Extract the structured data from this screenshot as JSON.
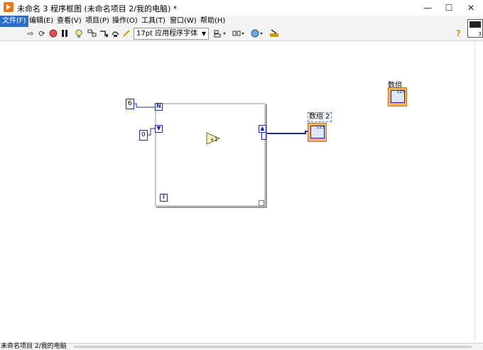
{
  "window": {
    "title": "未命名 3 程序框图 (未命名项目 2/我的电脑)  *",
    "minimize": "—",
    "maximize": "☐",
    "close": "✕"
  },
  "menu": {
    "items": [
      "文件(F)",
      "编辑(E)",
      "查看(V)",
      "项目(P)",
      "操作(O)",
      "工具(T)",
      "窗口(W)",
      "帮助(H)"
    ]
  },
  "toolbar": {
    "font_label": "17pt 应用程序字体",
    "icons": [
      "run-arrow-icon",
      "run-continuous-icon",
      "abort-icon",
      "pause-icon",
      "highlight-execution-icon",
      "retain-wire-values-icon",
      "step-into-icon",
      "step-over-icon",
      "step-out-icon",
      "align-icon",
      "distribute-icon",
      "reorder-icon",
      "cleanup-icon",
      "help-icon"
    ]
  },
  "vi_icon": {
    "number": "3"
  },
  "diagram": {
    "const_n": "6",
    "const_init": "0",
    "loop_count_terminal": "N",
    "loop_iteration_terminal": "i",
    "increment_node": "+1",
    "output_indicator_label": "数组 2",
    "front_indicator_label": "数组",
    "indicator_value_text": "123"
  },
  "status": {
    "text": "未命名项目 2/我的电脑"
  }
}
